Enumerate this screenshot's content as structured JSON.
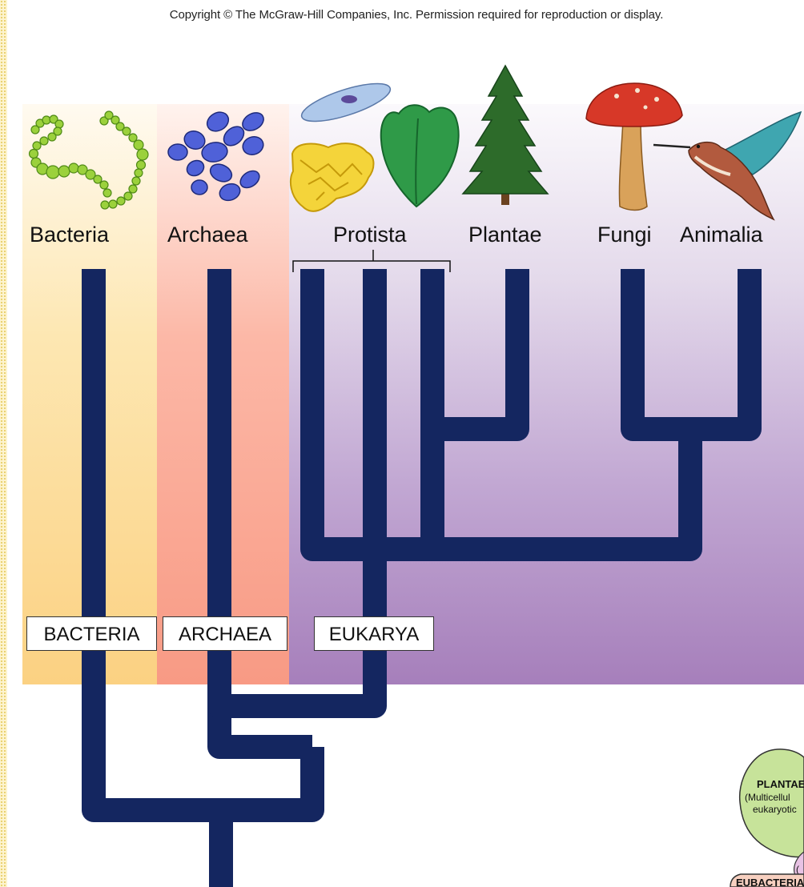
{
  "copyright": "Copyright © The McGraw-Hill Companies, Inc. Permission required for reproduction or display.",
  "kingdoms": [
    {
      "id": "bacteria",
      "label": "Bacteria"
    },
    {
      "id": "archaea",
      "label": "Archaea"
    },
    {
      "id": "protista",
      "label": "Protista"
    },
    {
      "id": "plantae",
      "label": "Plantae"
    },
    {
      "id": "fungi",
      "label": "Fungi"
    },
    {
      "id": "animalia",
      "label": "Animalia"
    }
  ],
  "domains": [
    {
      "id": "bacteria",
      "label": "BACTERIA"
    },
    {
      "id": "archaea",
      "label": "ARCHAEA"
    },
    {
      "id": "eukarya",
      "label": "EUKARYA"
    }
  ],
  "inset": {
    "plantae_title": "PLANTAE",
    "plantae_sub1": "(Multicellul",
    "plantae_sub2": "eukaryotic",
    "paren_fragment": "(",
    "eubacteria_title": "EUBACTERIA"
  },
  "colors": {
    "tree": "#142660",
    "bacteria_band": "#fbd182",
    "archaea_band": "#f89a84",
    "eukarya_band": "#a67fbb"
  }
}
